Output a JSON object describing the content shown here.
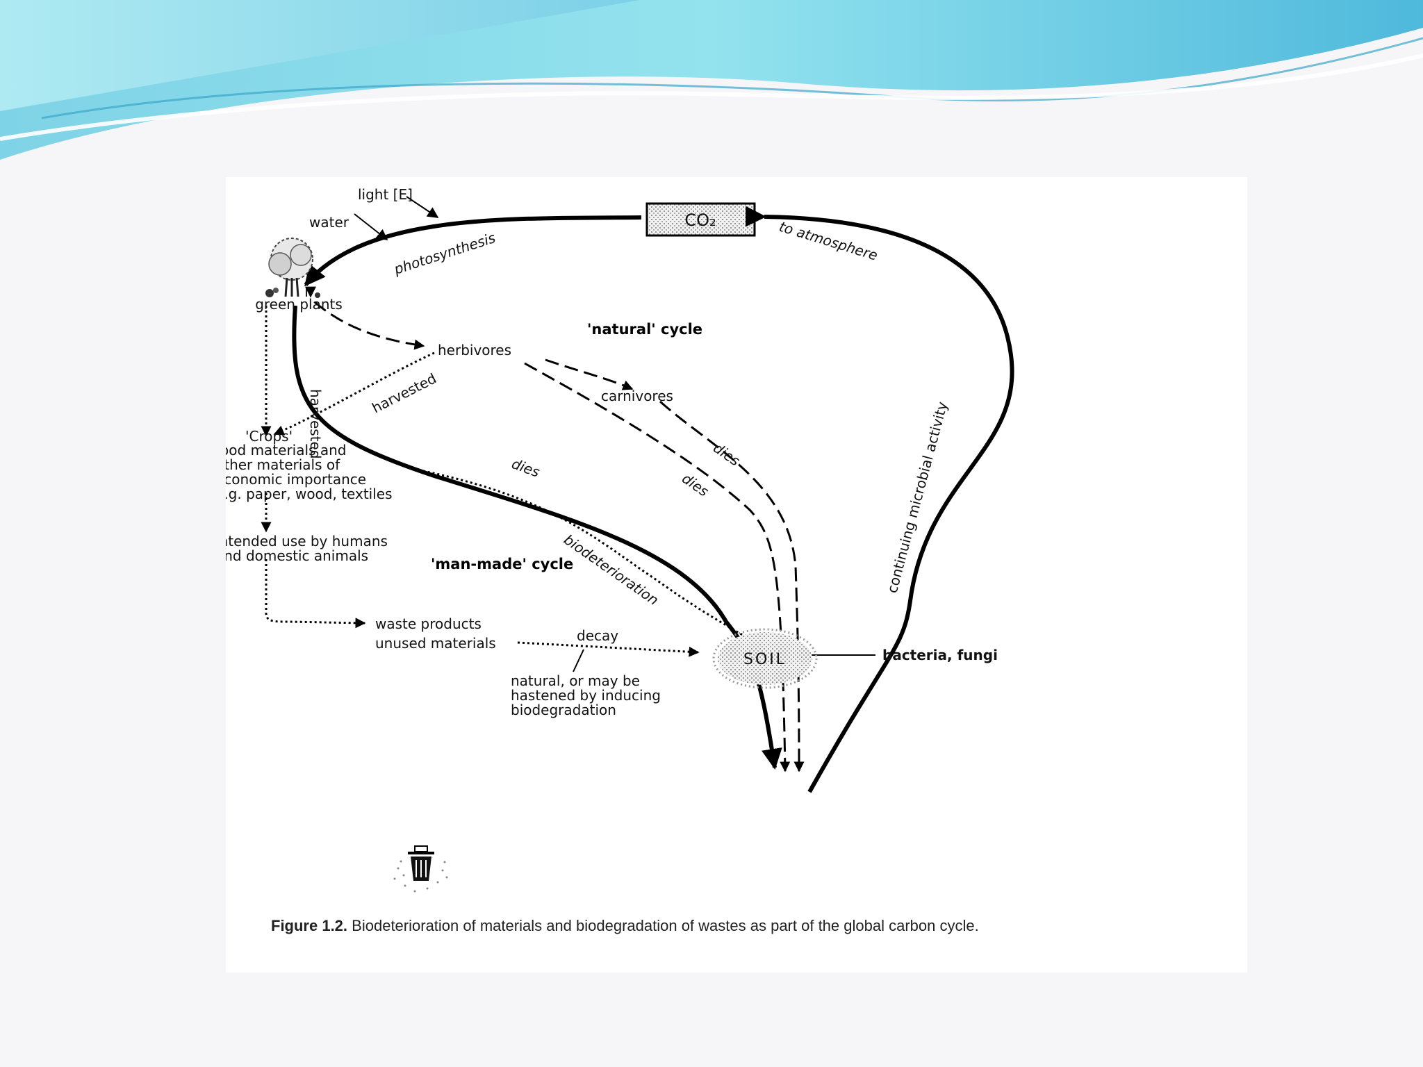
{
  "diagram": {
    "nodes": {
      "co2": "CO₂",
      "soil": "SOIL",
      "green_plants": "green plants",
      "herbivores": "herbivores",
      "carnivores": "carnivores",
      "crops_title": "'Crops'",
      "crops_lines": [
        "food materials and",
        "other materials of",
        "economic importance",
        "e.g. paper, wood, textiles"
      ],
      "intended_use": [
        "intended use by humans",
        "and domestic animals"
      ],
      "waste": [
        "waste products",
        "unused materials"
      ],
      "bacteria": "bacteria, fungi",
      "natural_hastened": [
        "natural, or may be",
        "hastened by inducing",
        "biodegradation"
      ]
    },
    "edge_labels": {
      "light": "light [E]",
      "water": "water",
      "photosynthesis": "photosynthesis",
      "to_atmosphere": "to atmosphere",
      "harvested_vertical": "harvested",
      "harvested_diagonal": "harvested",
      "dies_plants": "dies",
      "dies_herbivores": "dies",
      "dies_carnivores": "dies",
      "biodeterioration": "biodeterioration",
      "decay": "decay",
      "continuing_microbial": "continuing microbial activity"
    },
    "cycle_labels": {
      "natural": "'natural' cycle",
      "man_made": "'man-made' cycle"
    }
  },
  "caption": {
    "label": "Figure 1.2.",
    "text": "Biodeterioration of materials and biodegradation of wastes as part of the global carbon cycle."
  }
}
